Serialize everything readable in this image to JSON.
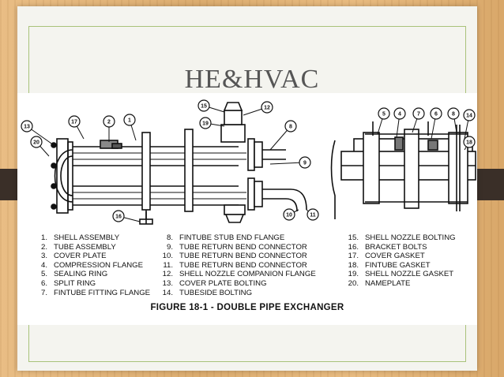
{
  "slide": {
    "title": "HE&HVAC"
  },
  "figure": {
    "caption": "FIGURE 18-1  -  DOUBLE PIPE EXCHANGER",
    "callouts_left": [
      "13",
      "17",
      "2",
      "1",
      "20",
      "16",
      "15",
      "12",
      "19",
      "8",
      "9",
      "10",
      "11"
    ],
    "callouts_right": [
      "5",
      "4",
      "7",
      "6",
      "8",
      "14",
      "18"
    ],
    "legend": {
      "col1": [
        {
          "n": "1.",
          "label": "SHELL ASSEMBLY"
        },
        {
          "n": "2.",
          "label": "TUBE ASSEMBLY"
        },
        {
          "n": "3.",
          "label": "COVER PLATE"
        },
        {
          "n": "4.",
          "label": "COMPRESSION FLANGE"
        },
        {
          "n": "5.",
          "label": "SEALING RING"
        },
        {
          "n": "6.",
          "label": "SPLIT RING"
        },
        {
          "n": "7.",
          "label": "FINTUBE FITTING FLANGE"
        }
      ],
      "col2": [
        {
          "n": "8.",
          "label": "FINTUBE STUB END FLANGE"
        },
        {
          "n": "9.",
          "label": "TUBE RETURN BEND CONNECTOR"
        },
        {
          "n": "10.",
          "label": "TUBE  RETURN  BEND CONNECTOR"
        },
        {
          "n": "11.",
          "label": "TUBE RETURN BEND CONNECTOR"
        },
        {
          "n": "12.",
          "label": "SHELL NOZZLE COMPANION FLANGE"
        },
        {
          "n": "13.",
          "label": "COVER PLATE BOLTING"
        },
        {
          "n": "14.",
          "label": "TUBESIDE BOLTING"
        }
      ],
      "col3": [
        {
          "n": "15.",
          "label": "SHELL NOZZLE BOLTING"
        },
        {
          "n": "16.",
          "label": "BRACKET BOLTS"
        },
        {
          "n": "17.",
          "label": "COVER GASKET"
        },
        {
          "n": "18.",
          "label": "FINTUBE GASKET"
        },
        {
          "n": "19.",
          "label": "SHELL NOZZLE GASKET"
        },
        {
          "n": "20.",
          "label": "NAMEPLATE"
        }
      ]
    }
  }
}
